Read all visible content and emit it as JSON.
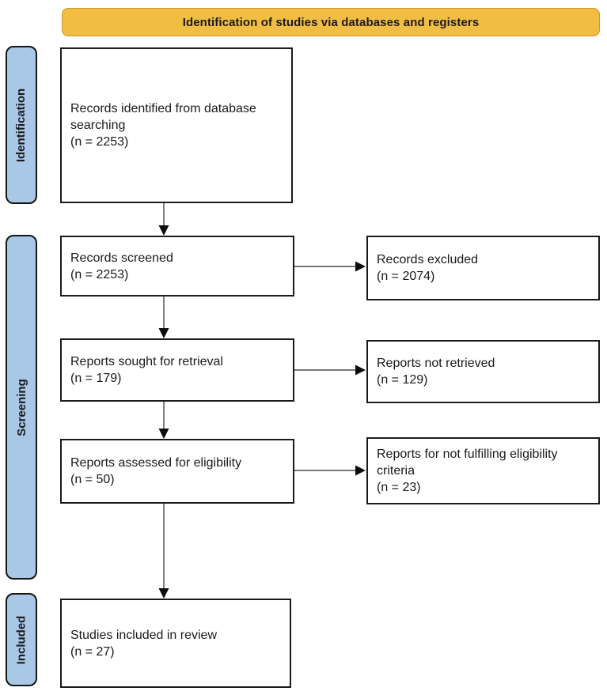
{
  "diagram": {
    "title_banner": "Identification of studies via databases and registers",
    "stage_labels": {
      "identification": "Identification",
      "screening": "Screening",
      "included": "Included"
    },
    "main_flow": [
      {
        "id": "records-identified",
        "text": "Records identified from database\nsearching\n(n = 2253)"
      },
      {
        "id": "records-screened",
        "text": "Records screened\n(n = 2253)"
      },
      {
        "id": "reports-sought",
        "text": "Reports sought for retrieval\n(n = 179)"
      },
      {
        "id": "reports-assessed",
        "text": "Reports assessed for eligibility\n(n = 50)"
      },
      {
        "id": "studies-included",
        "text": "Studies included in review\n(n = 27)"
      }
    ],
    "excluded_flow": [
      {
        "id": "records-excluded",
        "text": "Records excluded\n(n = 2074)"
      },
      {
        "id": "reports-not-retrieved",
        "text": "Reports not retrieved\n(n = 129)"
      },
      {
        "id": "reports-not-fulfilling",
        "text": "Reports for not fulfilling eligibility\ncriteria\n(n = 23)"
      }
    ],
    "colors": {
      "banner_bg": "#F2BD43",
      "banner_border": "#C9992F",
      "stage_bg": "#A9C8E8",
      "box_border": "#1A1A1A",
      "arrow_line": "#4A4A4A"
    }
  }
}
